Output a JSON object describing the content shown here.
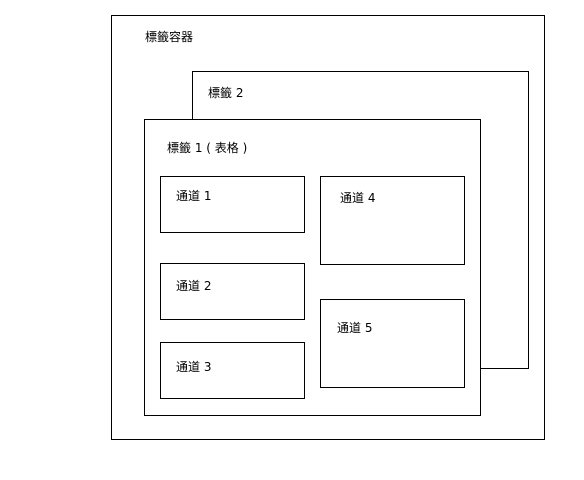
{
  "diagram": {
    "tab_container": {
      "label": "標籤容器"
    },
    "tab2": {
      "label": "標籤 2"
    },
    "tab1": {
      "label": "標籤 1 ( 表格 )"
    },
    "channels": [
      {
        "label": "通道 1"
      },
      {
        "label": "通道 2"
      },
      {
        "label": "通道 3"
      },
      {
        "label": "通道 4"
      },
      {
        "label": "通道 5"
      }
    ]
  }
}
